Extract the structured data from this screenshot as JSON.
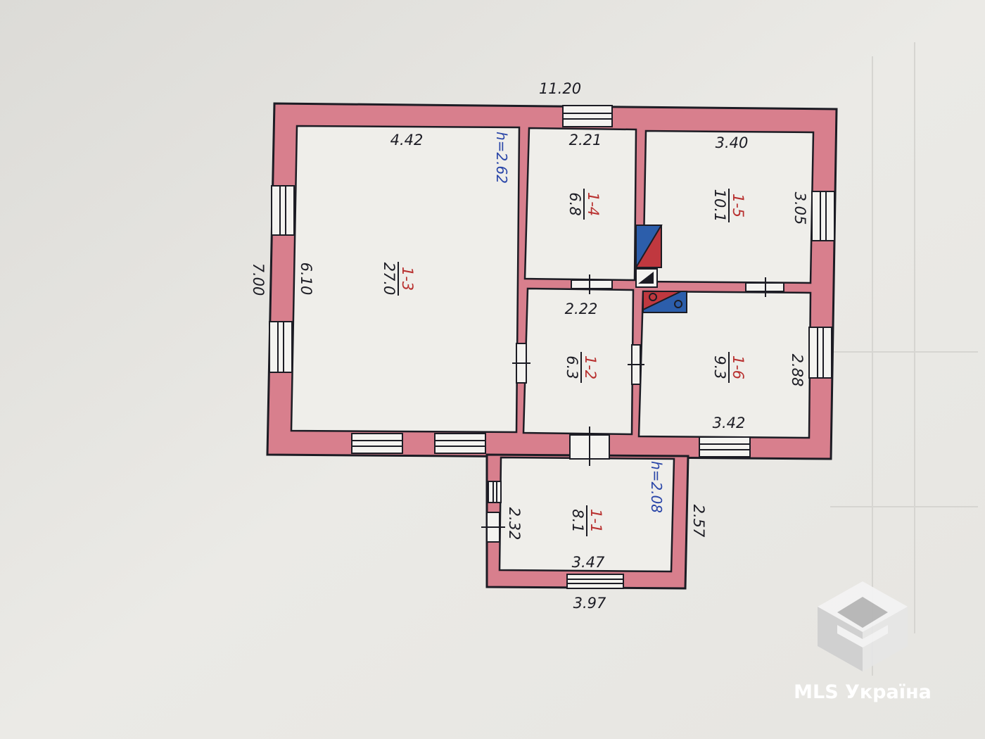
{
  "colors": {
    "paper": "#e4e3df",
    "wall": "#d87f8d",
    "outline": "#1c1c24",
    "room_id": "#b8302f",
    "height": "#2a46a8",
    "stove_blue": "#2c5eab",
    "stove_red": "#c0383f"
  },
  "plan": {
    "overall_width": "11.20",
    "overall_depth": "7.00",
    "main_height": "h=2.62",
    "porch_height": "h=2.08",
    "porch_width_outer": "3.97",
    "porch_depth_outer": "2.57"
  },
  "rooms": [
    {
      "id": "1-3",
      "area": "27.0",
      "width": "4.42",
      "depth": "6.10"
    },
    {
      "id": "1-4",
      "area": "6.8",
      "width": "2.21"
    },
    {
      "id": "1-5",
      "area": "10.1",
      "width": "3.40",
      "depth": "3.05"
    },
    {
      "id": "1-2",
      "area": "6.3",
      "width": "2.22"
    },
    {
      "id": "1-6",
      "area": "9.3",
      "width": "3.42",
      "depth": "2.88"
    },
    {
      "id": "1-1",
      "area": "8.1",
      "width": "3.47",
      "depth": "2.32"
    }
  ],
  "watermark": {
    "brand": "MLS Україна",
    "logo_icon": "mls-cube-logo-icon"
  }
}
